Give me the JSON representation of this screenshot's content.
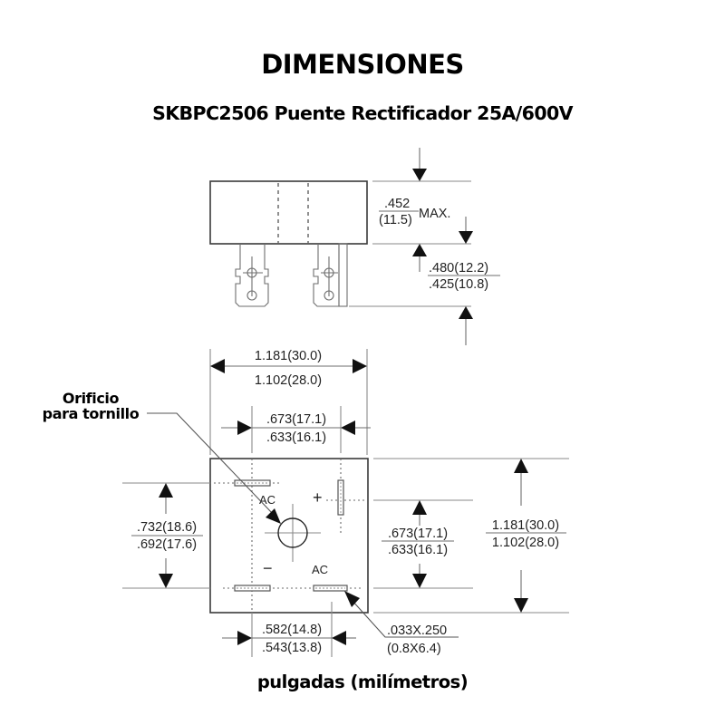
{
  "header": {
    "title": "DIMENSIONES",
    "subtitle": "SKBPC2506 Puente Rectificador 25A/600V"
  },
  "callout": {
    "line1": "Orificio",
    "line2": "para tornillo"
  },
  "side_view": {
    "body_height": {
      "inches": ".452",
      "mm": "(11.5)",
      "suffix": "MAX."
    },
    "terminal_length": {
      "max": ".480(12.2)",
      "min": ".425(10.8)"
    }
  },
  "front_view": {
    "overall_width": {
      "max": "1.181(30.0)",
      "min": "1.102(28.0)"
    },
    "terminal_spacing_top": {
      "max": ".673(17.1)",
      "min": ".633(16.1)"
    },
    "terminal_spacing_left": {
      "max": ".732(18.6)",
      "min": ".692(17.6)"
    },
    "terminal_spacing_right": {
      "max": ".673(17.1)",
      "min": ".633(16.1)"
    },
    "overall_height": {
      "max": "1.181(30.0)",
      "min": "1.102(28.0)"
    },
    "terminal_spacing_bottom": {
      "max": ".582(14.8)",
      "min": ".543(13.8)"
    },
    "terminal_size": {
      "inches": ".033X.250",
      "mm": "(0.8X6.4)"
    },
    "pin_labels": {
      "ac_top": "AC",
      "plus": "+",
      "minus": "−",
      "ac_bottom": "AC"
    }
  },
  "footer": {
    "units": "pulgadas (milímetros)"
  }
}
